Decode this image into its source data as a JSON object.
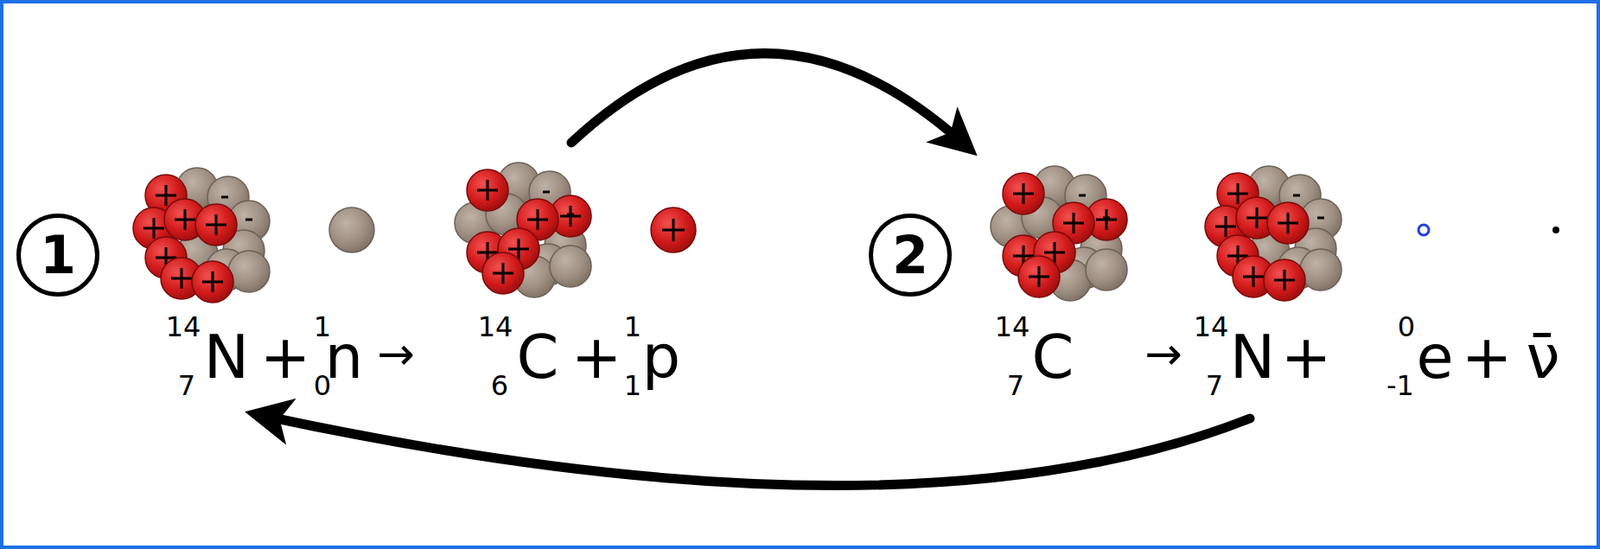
{
  "diagram": {
    "nodes": [
      {
        "text": [
          "1"
        ]
      },
      {
        "text": [
          "2"
        ]
      }
    ],
    "labels": [
      "14",
      "7",
      "N",
      "+",
      "1",
      "0",
      "n",
      "→",
      "14",
      "6",
      "C",
      "+",
      "1",
      "1",
      "p",
      "14",
      "7",
      "C",
      "→",
      "14",
      "7",
      "N",
      "+",
      "0",
      "-1",
      "e",
      "+",
      "ν̄"
    ]
  }
}
